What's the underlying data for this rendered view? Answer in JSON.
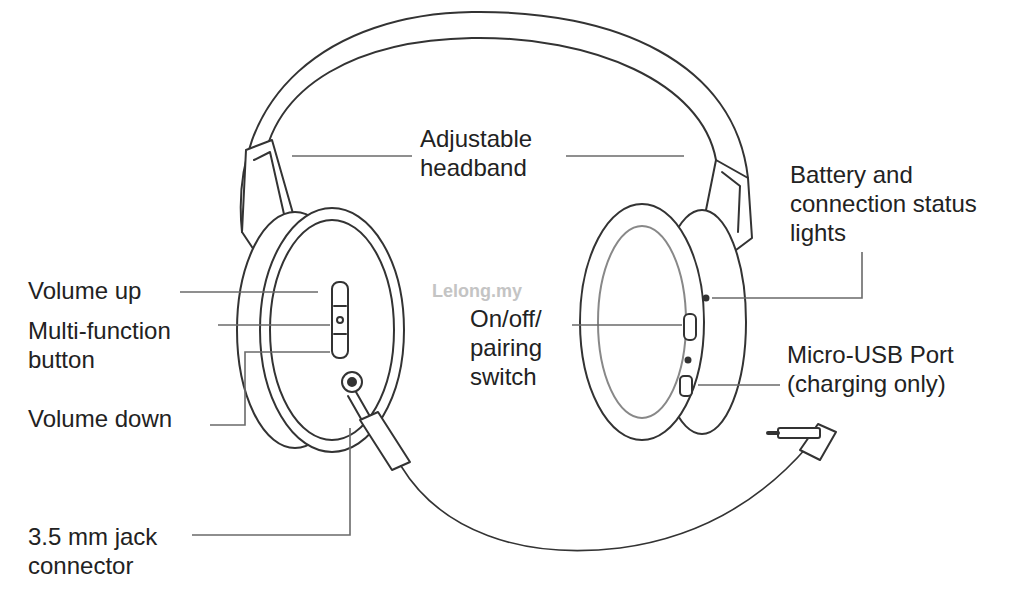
{
  "diagram": {
    "labels": [
      "Adjustable headband",
      "Battery and connection status lights",
      "Volume up",
      "Multi-function button",
      "Volume down",
      "On/off/ pairing switch",
      "Micro-USB Port (charging only)",
      "3.5 mm jack connector",
      "Lelong.my"
    ]
  }
}
